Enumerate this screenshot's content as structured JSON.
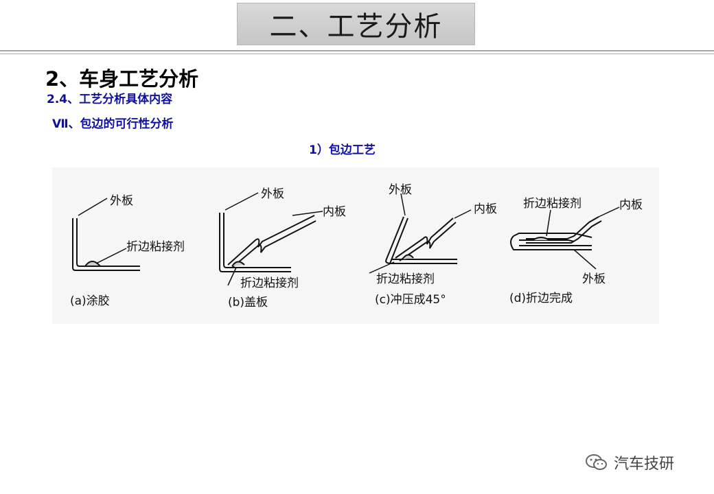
{
  "slide": {
    "title": "二、工艺分析",
    "heading": "2、车身工艺分析",
    "subheading": "2.4、工艺分析具体内容",
    "section": "Ⅶ、包边的可行性分析",
    "topic": "1）包边工艺"
  },
  "figure": {
    "a": {
      "outer": "外板",
      "adhesive": "折边粘接剂",
      "caption": "(a)涂胶"
    },
    "b": {
      "outer": "外板",
      "inner": "内板",
      "adhesive": "折边粘接剂",
      "caption": "(b)盖板"
    },
    "c": {
      "outer": "外板",
      "inner": "内板",
      "adhesive": "折边粘接剂",
      "caption": "(c)冲压成45°"
    },
    "d": {
      "adhesive": "折边粘接剂",
      "inner": "内板",
      "outer": "外板",
      "caption": "(d)折边完成"
    }
  },
  "watermark": {
    "text": "汽车技研",
    "icon": "wechat-icon"
  }
}
